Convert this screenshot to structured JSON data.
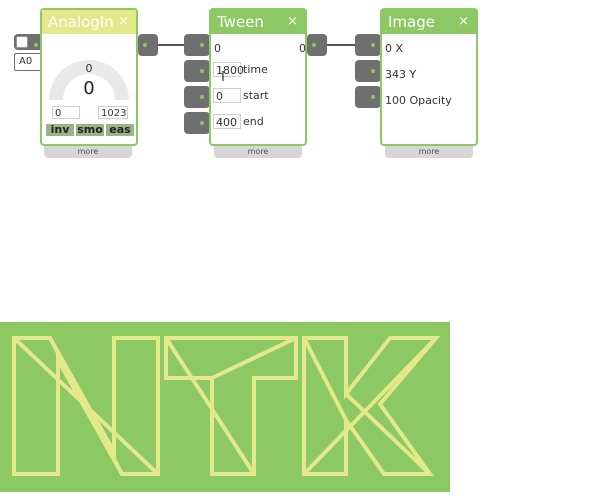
{
  "colors": {
    "accent": "#8cc864",
    "accent_light": "#e3e88a",
    "port": "#6f6f6f"
  },
  "analogin": {
    "title": "AnalogIn",
    "close": "×",
    "pin": "A0",
    "gauge_small": "0",
    "gauge_value": "0",
    "min": "0",
    "max": "1023",
    "buttons": [
      "inv",
      "smo",
      "eas"
    ],
    "more": "more"
  },
  "tween": {
    "title": "Tween",
    "close": "×",
    "value": "0",
    "output": "0",
    "time_value": "1800",
    "time_label": "time",
    "start_value": "0",
    "start_label": "start",
    "end_value": "400",
    "end_label": "end",
    "more": "more"
  },
  "image": {
    "title": "Image",
    "close": "×",
    "x_label": "0 X",
    "y_label": "343 Y",
    "opacity_label": "100 Opacity",
    "more": "more"
  },
  "canvas": {
    "logo_text": "NTK"
  }
}
